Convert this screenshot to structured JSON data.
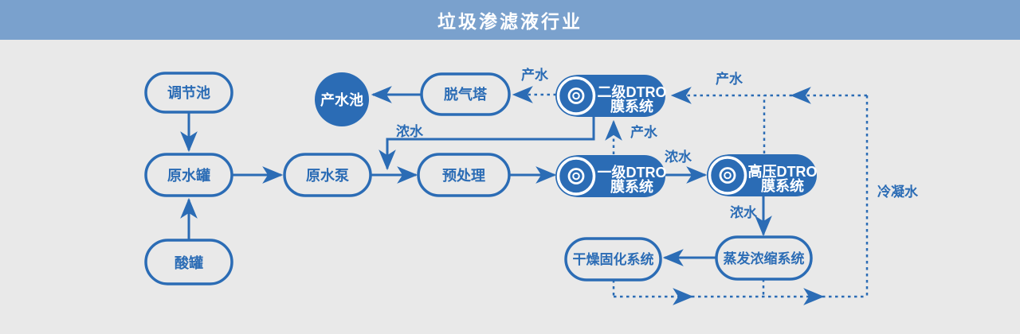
{
  "header": {
    "title": "垃圾渗滤液行业"
  },
  "colors": {
    "header_bg": "#7aa1cd",
    "canvas_bg": "#e9e9e9",
    "accent_blue": "#2b6cb5",
    "text_white": "#ffffff"
  },
  "nodes": {
    "regulating_pool": {
      "label": "调节池"
    },
    "raw_water_tank": {
      "label": "原水罐"
    },
    "acid_tank": {
      "label": "酸罐"
    },
    "raw_water_pump": {
      "label": "原水泵"
    },
    "pretreatment": {
      "label": "预处理"
    },
    "product_water_pool": {
      "label": "产水池"
    },
    "degassing_tower": {
      "label": "脱气塔"
    },
    "dtro_stage2": {
      "line1": "二级DTRO",
      "line2": "膜系统"
    },
    "dtro_stage1": {
      "line1": "一级DTRO",
      "line2": "膜系统"
    },
    "dtro_high_pressure": {
      "line1": "高压DTRO",
      "line2": "膜系统"
    },
    "evaporation_system": {
      "label": "蒸发浓缩系统"
    },
    "drying_system": {
      "label": "干燥固化系统"
    }
  },
  "edge_labels": {
    "product_water_to_degasser": "产水",
    "concentrate_recycle": "浓水",
    "product_water_stage1_to_stage2": "产水",
    "product_water_condensate_return": "产水",
    "concentrate_to_high_pressure": "浓水",
    "concentrate_to_evaporation": "浓水",
    "condensate": "冷凝水"
  },
  "icons": {
    "dtro_disc": "concentric-disc-icon"
  }
}
